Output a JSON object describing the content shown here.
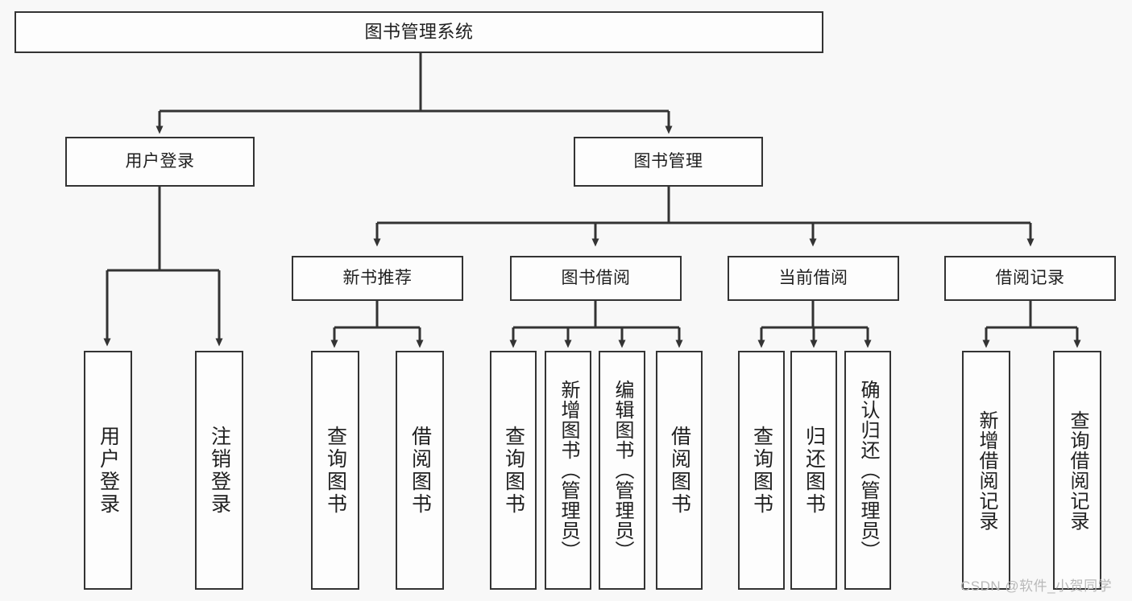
{
  "diagram": {
    "title": "图书管理系统",
    "type": "tree",
    "background_color": "#f8f8f8",
    "line_color": "#333333",
    "box_fill": "#fdfdfd"
  },
  "nodes": {
    "root": {
      "label": "图书管理系统"
    },
    "level2": [
      {
        "label": "用户登录"
      },
      {
        "label": "图书管理"
      }
    ],
    "level3": [
      {
        "label": "新书推荐"
      },
      {
        "label": "图书借阅"
      },
      {
        "label": "当前借阅"
      },
      {
        "label": "借阅记录"
      }
    ],
    "leaves": {
      "user_login": [
        {
          "label": "用户登录"
        },
        {
          "label": "注销登录"
        }
      ],
      "new_book": [
        {
          "label": "查询图书"
        },
        {
          "label": "借阅图书"
        }
      ],
      "book_borrow": [
        {
          "label": "查询图书"
        },
        {
          "label": "新增图书（管理员）"
        },
        {
          "label": "编辑图书（管理员）"
        },
        {
          "label": "借阅图书"
        }
      ],
      "current_borrow": [
        {
          "label": "查询图书"
        },
        {
          "label": "归还图书"
        },
        {
          "label": "确认归还（管理员）"
        }
      ],
      "borrow_record": [
        {
          "label": "新增借阅记录"
        },
        {
          "label": "查询借阅记录"
        }
      ]
    }
  },
  "watermark": {
    "text": "CSDN @软件_小贺同学",
    "color": "#b9b9b9"
  }
}
